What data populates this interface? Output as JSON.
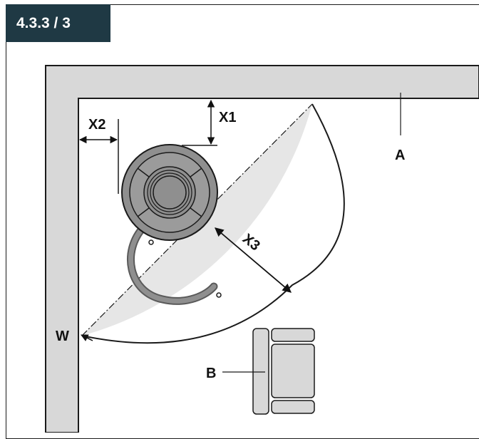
{
  "figure": {
    "id": "4.3.3 / 3"
  },
  "labels": {
    "x1": "X1",
    "x2": "X2",
    "x3": "X3",
    "a": "A",
    "b": "B",
    "w": "W"
  },
  "colors": {
    "header_bg": "#1f3944",
    "wall_fill": "#d8d8d8",
    "zone_fill": "#e6e6e6",
    "appliance_fill": "#8f8f8f",
    "chair_fill": "#d8d8d8"
  }
}
